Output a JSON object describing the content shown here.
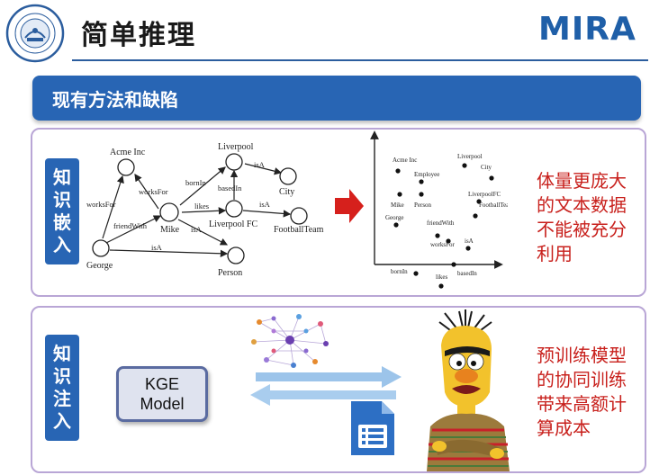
{
  "header": {
    "title": "简单推理",
    "brand": "MIRA"
  },
  "section": {
    "title": "现有方法和缺陷"
  },
  "panel_top": {
    "label": [
      "知",
      "识",
      "嵌",
      "入"
    ],
    "graph": {
      "nodes": {
        "acme": "Acme Inc",
        "liverpool": "Liverpool",
        "city": "City",
        "mike": "Mike",
        "liverpool_fc": "Liverpool FC",
        "football_team": "FootballTeam",
        "george": "George",
        "person": "Person"
      },
      "edges": {
        "works_for_1": "worksFor",
        "works_for_2": "worksFor",
        "born_in": "bornIn",
        "is_a_1": "isA",
        "based_in": "basedIn",
        "likes": "likes",
        "is_a_2": "isA",
        "friend_with": "friendWith",
        "is_a_3": "isA",
        "is_a_4": "isA"
      }
    },
    "scatter_labels": {
      "acme": "Acme Inc",
      "liverpool": "Liverpool",
      "employee": "Employee",
      "city": "City",
      "mike": "Mike",
      "person": "Person",
      "liverpool_fc": "LiverpoolFC",
      "football_team": "FootballTeam",
      "george": "George",
      "friend_with": "friendWith",
      "works_for": "worksFor",
      "is_a": "isA",
      "born_in": "bornIn",
      "likes": "likes",
      "based_in": "basedIn"
    },
    "note": [
      "体量更庞大",
      "的文本数据",
      "不能被充分",
      "利用"
    ]
  },
  "panel_bottom": {
    "label": [
      "知",
      "识",
      "注",
      "入"
    ],
    "kge": [
      "KGE",
      "Model"
    ],
    "note": [
      "预训练模型",
      "的协同训练",
      "带来高额计",
      "算成本"
    ]
  },
  "colors": {
    "accent_blue": "#2865b4",
    "red": "#c8201c",
    "panel_border": "#b9a6d6"
  }
}
